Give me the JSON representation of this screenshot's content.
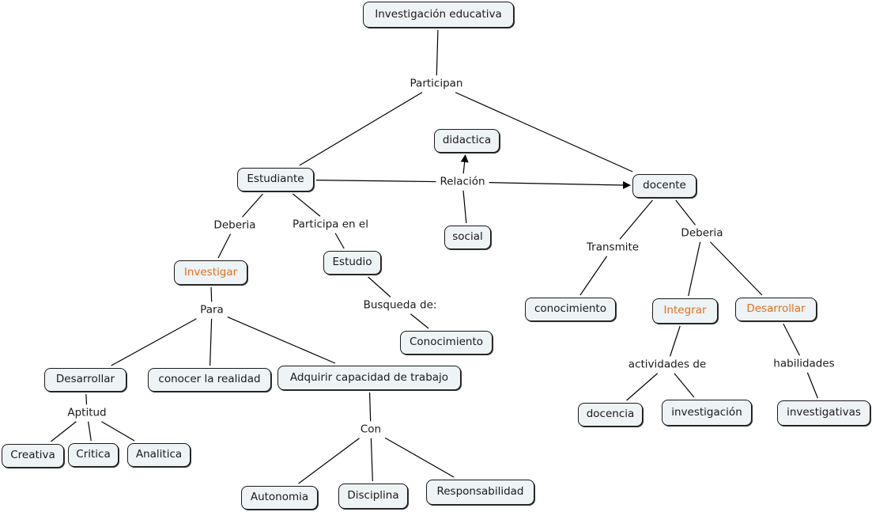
{
  "map": {
    "accent_color": "#e07020",
    "concepts": [
      {
        "id": "investigacion",
        "label": "Investigación educativa",
        "highlight": false
      },
      {
        "id": "estudiante",
        "label": "Estudiante",
        "highlight": false
      },
      {
        "id": "didactica",
        "label": "didactica",
        "highlight": false
      },
      {
        "id": "docente",
        "label": "docente",
        "highlight": false
      },
      {
        "id": "social",
        "label": "social",
        "highlight": false
      },
      {
        "id": "investigar",
        "label": "Investigar",
        "highlight": true
      },
      {
        "id": "estudio",
        "label": "Estudio",
        "highlight": false
      },
      {
        "id": "conocimiento_est",
        "label": "Conocimiento",
        "highlight": false
      },
      {
        "id": "desarrollar_est",
        "label": "Desarrollar",
        "highlight": false
      },
      {
        "id": "conocer",
        "label": "conocer la realidad",
        "highlight": false
      },
      {
        "id": "adquirir",
        "label": "Adquirir capacidad de trabajo",
        "highlight": false
      },
      {
        "id": "creativa",
        "label": "Creativa",
        "highlight": false
      },
      {
        "id": "critica",
        "label": "Critica",
        "highlight": false
      },
      {
        "id": "analitica",
        "label": "Analitica",
        "highlight": false
      },
      {
        "id": "autonomia",
        "label": "Autonomia",
        "highlight": false
      },
      {
        "id": "disciplina",
        "label": "Disciplina",
        "highlight": false
      },
      {
        "id": "responsabilidad",
        "label": "Responsabilidad",
        "highlight": false
      },
      {
        "id": "conocimiento_doc",
        "label": "conocimiento",
        "highlight": false
      },
      {
        "id": "integrar",
        "label": "Integrar",
        "highlight": true
      },
      {
        "id": "desarrollar_doc",
        "label": "Desarrollar",
        "highlight": true
      },
      {
        "id": "docencia",
        "label": "docencia",
        "highlight": false
      },
      {
        "id": "investigacion_act",
        "label": "investigación",
        "highlight": false
      },
      {
        "id": "investigativas",
        "label": "investigativas",
        "highlight": false
      }
    ],
    "linking_phrases": [
      {
        "id": "participan",
        "label": "Participan"
      },
      {
        "id": "relacion",
        "label": "Relación"
      },
      {
        "id": "deberia_est",
        "label": "Deberia"
      },
      {
        "id": "participa_en",
        "label": "Participa en el"
      },
      {
        "id": "transmite",
        "label": "Transmite"
      },
      {
        "id": "deberia_doc",
        "label": "Deberia"
      },
      {
        "id": "para",
        "label": "Para"
      },
      {
        "id": "busqueda",
        "label": "Busqueda de:"
      },
      {
        "id": "aptitud",
        "label": "Aptitud"
      },
      {
        "id": "con",
        "label": "Con"
      },
      {
        "id": "actividades",
        "label": "actividades de"
      },
      {
        "id": "habilidades",
        "label": "habilidades"
      }
    ],
    "connections": [
      {
        "from": "investigacion",
        "to": "participan",
        "arrow": false
      },
      {
        "from": "participan",
        "to": "estudiante",
        "arrow": false
      },
      {
        "from": "participan",
        "to": "docente",
        "arrow": false
      },
      {
        "from": "estudiante",
        "to": "relacion",
        "arrow": false
      },
      {
        "from": "relacion",
        "to": "docente",
        "arrow": true
      },
      {
        "from": "relacion",
        "to": "didactica",
        "arrow": true
      },
      {
        "from": "social",
        "to": "relacion",
        "arrow": false
      },
      {
        "from": "estudiante",
        "to": "deberia_est",
        "arrow": false
      },
      {
        "from": "deberia_est",
        "to": "investigar",
        "arrow": false
      },
      {
        "from": "estudiante",
        "to": "participa_en",
        "arrow": false
      },
      {
        "from": "participa_en",
        "to": "estudio",
        "arrow": false
      },
      {
        "from": "estudio",
        "to": "busqueda",
        "arrow": false
      },
      {
        "from": "busqueda",
        "to": "conocimiento_est",
        "arrow": false
      },
      {
        "from": "investigar",
        "to": "para",
        "arrow": false
      },
      {
        "from": "para",
        "to": "desarrollar_est",
        "arrow": false
      },
      {
        "from": "para",
        "to": "conocer",
        "arrow": false
      },
      {
        "from": "para",
        "to": "adquirir",
        "arrow": false
      },
      {
        "from": "desarrollar_est",
        "to": "aptitud",
        "arrow": false
      },
      {
        "from": "aptitud",
        "to": "creativa",
        "arrow": false
      },
      {
        "from": "aptitud",
        "to": "critica",
        "arrow": false
      },
      {
        "from": "aptitud",
        "to": "analitica",
        "arrow": false
      },
      {
        "from": "adquirir",
        "to": "con",
        "arrow": false
      },
      {
        "from": "con",
        "to": "autonomia",
        "arrow": false
      },
      {
        "from": "con",
        "to": "disciplina",
        "arrow": false
      },
      {
        "from": "con",
        "to": "responsabilidad",
        "arrow": false
      },
      {
        "from": "docente",
        "to": "transmite",
        "arrow": false
      },
      {
        "from": "transmite",
        "to": "conocimiento_doc",
        "arrow": false
      },
      {
        "from": "docente",
        "to": "deberia_doc",
        "arrow": false
      },
      {
        "from": "deberia_doc",
        "to": "integrar",
        "arrow": false
      },
      {
        "from": "deberia_doc",
        "to": "desarrollar_doc",
        "arrow": false
      },
      {
        "from": "integrar",
        "to": "actividades",
        "arrow": false
      },
      {
        "from": "actividades",
        "to": "docencia",
        "arrow": false
      },
      {
        "from": "actividades",
        "to": "investigacion_act",
        "arrow": false
      },
      {
        "from": "desarrollar_doc",
        "to": "habilidades",
        "arrow": false
      },
      {
        "from": "habilidades",
        "to": "investigativas",
        "arrow": false
      }
    ]
  }
}
